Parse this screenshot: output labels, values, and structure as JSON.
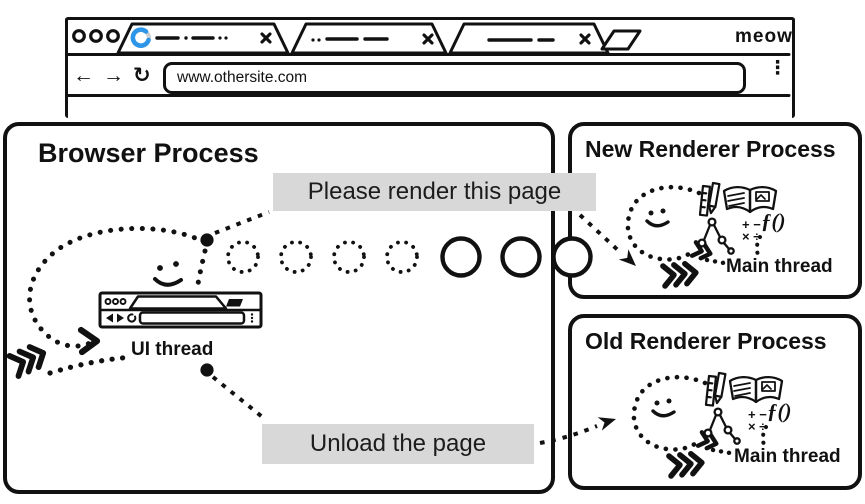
{
  "window": {
    "brand": "meow",
    "url": "www.othersite.com",
    "nav": {
      "back": "←",
      "forward": "→",
      "reload": "↻",
      "menu": "⋮"
    }
  },
  "colors": {
    "ink": "#111111",
    "spinner_blue": "#2e96e8",
    "spinner_track": "#ccd0d4",
    "label_bg": "#d8d8d8"
  },
  "browser_process": {
    "title": "Browser Process",
    "ui_thread_label": "UI thread"
  },
  "messages": {
    "render": "Please render this page",
    "unload": "Unload the page"
  },
  "new_renderer": {
    "title": "New Renderer Process",
    "main_thread_label": "Main thread"
  },
  "old_renderer": {
    "title": "Old Renderer Process",
    "main_thread_label": "Main thread"
  },
  "renderer_motif": {
    "math_line1": "+ −",
    "math_line2": "× ÷",
    "function_symbol": "ƒ()"
  },
  "flow": {
    "dotted_circles": 4,
    "solid_circles": 3
  }
}
